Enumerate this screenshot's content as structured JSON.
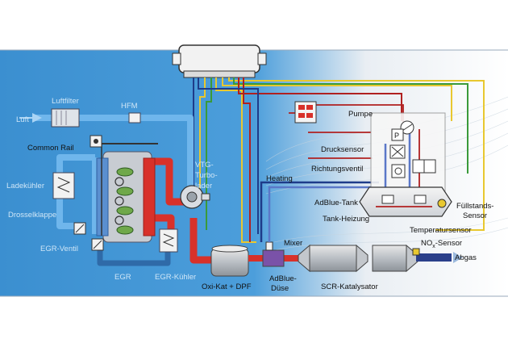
{
  "labels": {
    "luft": "Luft",
    "luftfilter": "Luftfilter",
    "hfm": "HFM",
    "common_rail": "Common Rail",
    "ladekuehler": "Ladekühler",
    "drosselklappe": "Drosselklappe",
    "egr_ventil": "EGR-Ventil",
    "egr": "EGR",
    "egr_kuehler": "EGR-Kühler",
    "vtg_line1": "VTG-",
    "vtg_line2": "Turbo-",
    "vtg_line3": "lader",
    "oxi_kat": "Oxi-Kat + DPF",
    "adblue_duese_line1": "AdBlue-",
    "adblue_duese_line2": "Düse",
    "mixer": "Mixer",
    "scr": "SCR-Katalysator",
    "nox_sensor_pre": "NO",
    "nox_sensor_sub": "x",
    "nox_sensor_post": "-Sensor",
    "abgas": "Abgas",
    "pumpe": "Pumpe",
    "drucksensor": "Drucksensor",
    "richtungsventil": "Richtungsventil",
    "heating": "Heating",
    "adblue_tank": "AdBlue-Tank",
    "tank_heizung": "Tank-Heizung",
    "temperatursensor": "Temperatursensor",
    "fuellstands_line1": "Füllstands-",
    "fuellstands_line2": "Sensor",
    "pressure_symbol": "P"
  },
  "colors": {
    "background_blue": "#3d95d4",
    "air_path": "#6fb6ec",
    "exhaust_path": "#d8312a",
    "adblue_path": "#5b78c8",
    "wire_yellow": "#e8c830",
    "wire_green": "#3a9a3a",
    "wire_red": "#b02020",
    "wire_dark_blue": "#1e3c8a"
  }
}
